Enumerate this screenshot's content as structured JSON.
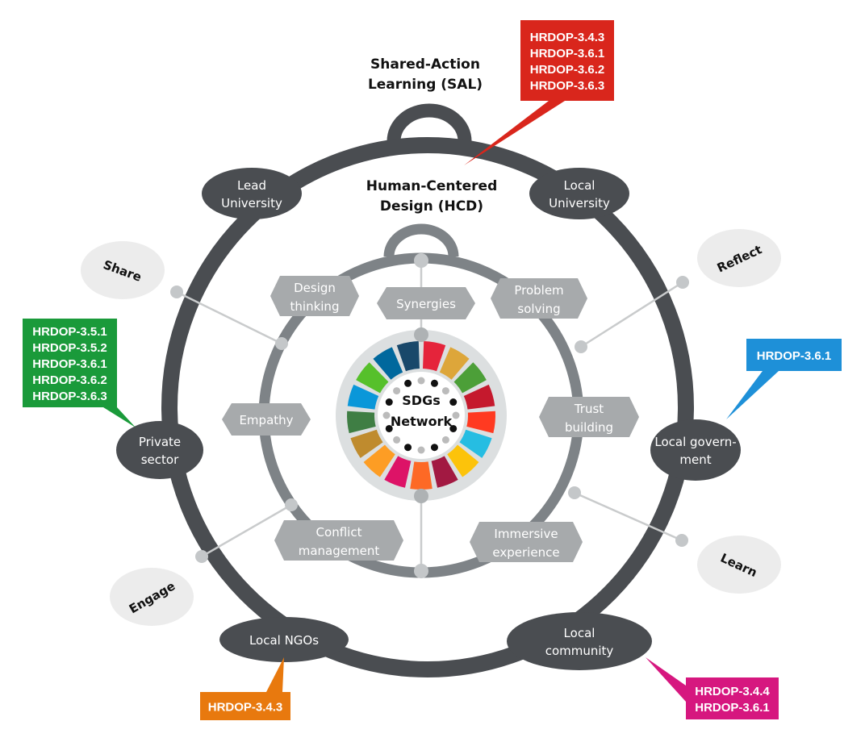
{
  "titles": {
    "sal": [
      "Shared-Action",
      "Learning (SAL)"
    ],
    "hcd": [
      "Human-Centered",
      "Design (HCD)"
    ]
  },
  "center": {
    "lines": [
      "SDGs",
      "Network"
    ]
  },
  "stakeholders": [
    {
      "id": "lead-university",
      "lines": [
        "Lead",
        "University"
      ]
    },
    {
      "id": "local-university",
      "lines": [
        "Local",
        "University"
      ]
    },
    {
      "id": "private-sector",
      "lines": [
        "Private",
        "sector"
      ]
    },
    {
      "id": "local-government",
      "lines": [
        "Local govern-",
        "ment"
      ]
    },
    {
      "id": "local-ngos",
      "lines": [
        "Local NGOs"
      ]
    },
    {
      "id": "local-community",
      "lines": [
        "Local",
        "community"
      ]
    }
  ],
  "actions": [
    "Share",
    "Reflect",
    "Engage",
    "Learn"
  ],
  "principles": [
    {
      "id": "design-thinking",
      "lines": [
        "Design",
        "thinking"
      ]
    },
    {
      "id": "synergies",
      "lines": [
        "Synergies"
      ]
    },
    {
      "id": "problem-solving",
      "lines": [
        "Problem",
        "solving"
      ]
    },
    {
      "id": "empathy",
      "lines": [
        "Empathy"
      ]
    },
    {
      "id": "trust-building",
      "lines": [
        "Trust",
        "building"
      ]
    },
    {
      "id": "conflict-management",
      "lines": [
        "Conflict",
        "management"
      ]
    },
    {
      "id": "immersive-experience",
      "lines": [
        "Immersive",
        "experience"
      ]
    }
  ],
  "callouts": [
    {
      "id": "red",
      "color": "#d9261c",
      "codes": [
        "HRDOP-3.4.3",
        "HRDOP-3.6.1",
        "HRDOP-3.6.2",
        "HRDOP-3.6.3"
      ]
    },
    {
      "id": "green",
      "color": "#1a9a3a",
      "codes": [
        "HRDOP-3.5.1",
        "HRDOP-3.5.2",
        "HRDOP-3.6.1",
        "HRDOP-3.6.2",
        "HRDOP-3.6.3"
      ]
    },
    {
      "id": "blue",
      "color": "#1e90d8",
      "codes": [
        "HRDOP-3.6.1"
      ]
    },
    {
      "id": "orange",
      "color": "#e8790e",
      "codes": [
        "HRDOP-3.4.3"
      ]
    },
    {
      "id": "magenta",
      "color": "#d6177f",
      "codes": [
        "HRDOP-3.4.4",
        "HRDOP-3.6.1"
      ]
    }
  ],
  "colors": {
    "outer_ring": "#4a4d51",
    "inner_ring": "#7e8387",
    "hexagon": "#a7aaac",
    "action_bubble": "#ececec",
    "sdg": [
      "#e5243b",
      "#dda63a",
      "#4c9f38",
      "#c5192d",
      "#ff3a21",
      "#26bde2",
      "#fcc30b",
      "#a21942",
      "#fd6925",
      "#dd1367",
      "#fd9d24",
      "#bf8b2e",
      "#3f7e44",
      "#0a97d9",
      "#56c02b",
      "#00689d",
      "#19486a"
    ]
  }
}
